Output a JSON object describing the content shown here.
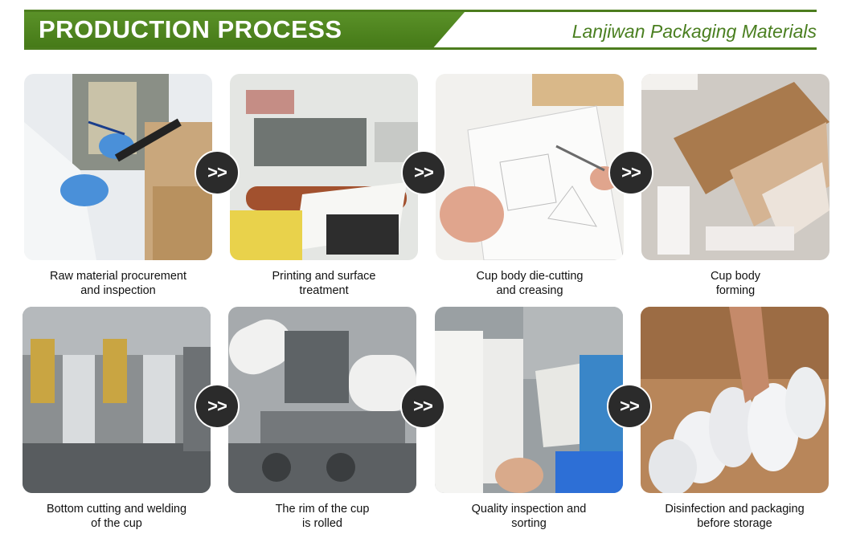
{
  "header": {
    "title": "PRODUCTION PROCESS",
    "brand": "Lanjiwan Packaging Materials"
  },
  "arrow_label": ">>",
  "steps": [
    {
      "line1": "Raw material procurement",
      "line2": "and inspection"
    },
    {
      "line1": "Printing and surface",
      "line2": "treatment"
    },
    {
      "line1": "Cup body die-cutting",
      "line2": "and creasing"
    },
    {
      "line1": "Cup body",
      "line2": "forming"
    },
    {
      "line1": "Bottom cutting and welding",
      "line2": "of the cup"
    },
    {
      "line1": "The rim of the cup",
      "line2": "is rolled"
    },
    {
      "line1": "Quality inspection and",
      "line2": "sorting"
    },
    {
      "line1": "Disinfection and packaging",
      "line2": "before storage"
    }
  ]
}
